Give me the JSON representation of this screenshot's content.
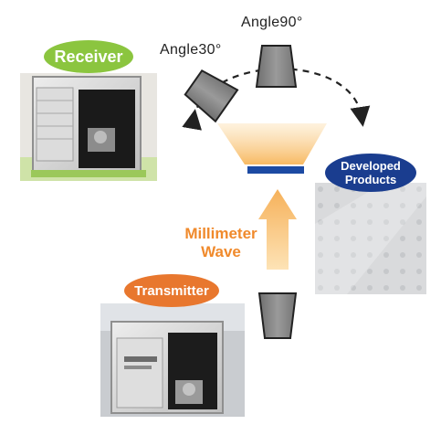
{
  "labels": {
    "receiver": "Receiver",
    "transmitter": "Transmitter",
    "developed_products_line1": "Developed",
    "developed_products_line2": "Products",
    "angle30": "Angle30°",
    "angle90": "Angle90°",
    "millimeter": "Millimeter",
    "wave": "Wave"
  },
  "colors": {
    "receiver_badge": "#8bc53f",
    "transmitter_badge": "#e8772e",
    "developed_badge": "#1a3d8f",
    "wave_text": "#f08a2c",
    "sample_bar": "#1c4aa3",
    "horn": "#8a8a8a"
  },
  "icons": {
    "horn": "horn-antenna-icon",
    "arrow": "up-arrow-icon"
  }
}
